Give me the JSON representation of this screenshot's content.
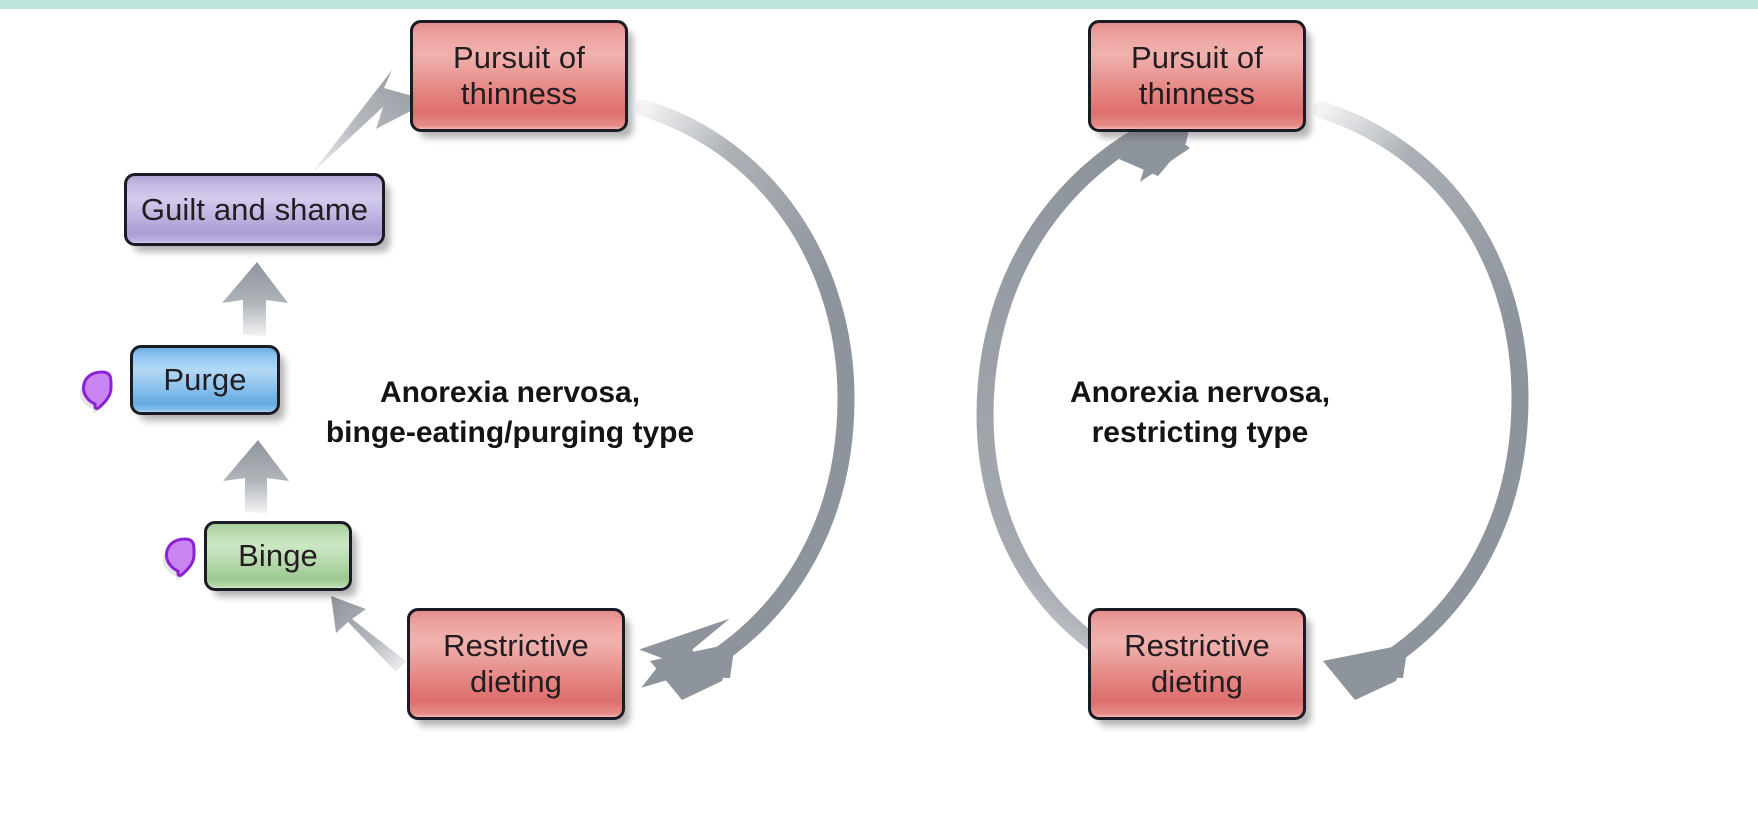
{
  "figure": {
    "top_strip_color": "#bde3dc",
    "background_color": "#ffffff"
  },
  "left_cycle": {
    "caption": "Anorexia nervosa,\nbinge-eating/purging type",
    "nodes": [
      {
        "id": "pursuit-of-thinness",
        "label": "Pursuit of\nthinness",
        "color": "#e88f8c",
        "shape": "rounded-rect"
      },
      {
        "id": "guilt-and-shame",
        "label": "Guilt and shame",
        "color": "#bdb2e0",
        "shape": "rounded-rect"
      },
      {
        "id": "purge",
        "label": "Purge",
        "color": "#8cc2ec",
        "shape": "rounded-rect"
      },
      {
        "id": "binge",
        "label": "Binge",
        "color": "#b4d8a9",
        "shape": "rounded-rect"
      },
      {
        "id": "restrictive-dieting",
        "label": "Restrictive\ndieting",
        "color": "#e88f8c",
        "shape": "rounded-rect"
      }
    ],
    "markers": [
      {
        "id": "purge-marker",
        "color": "#b463e8",
        "attached_to": "purge"
      },
      {
        "id": "binge-marker",
        "color": "#b463e8",
        "attached_to": "binge"
      }
    ],
    "arrows": [
      {
        "from": "guilt-and-shame",
        "to": "pursuit-of-thinness",
        "style": "straight",
        "color": "#8e949c"
      },
      {
        "from": "purge",
        "to": "guilt-and-shame",
        "style": "straight",
        "color": "#8e949c"
      },
      {
        "from": "binge",
        "to": "purge",
        "style": "straight",
        "color": "#8e949c"
      },
      {
        "from": "restrictive-dieting",
        "to": "binge",
        "style": "straight",
        "color": "#8e949c"
      },
      {
        "from": "pursuit-of-thinness",
        "to": "restrictive-dieting",
        "style": "curved-arc",
        "color": "#8e949c"
      }
    ]
  },
  "right_cycle": {
    "caption": "Anorexia nervosa,\nrestricting type",
    "nodes": [
      {
        "id": "pursuit-of-thinness",
        "label": "Pursuit of\nthinness",
        "color": "#e88f8c",
        "shape": "rounded-rect"
      },
      {
        "id": "restrictive-dieting",
        "label": "Restrictive\ndieting",
        "color": "#e88f8c",
        "shape": "rounded-rect"
      }
    ],
    "arrows": [
      {
        "from": "restrictive-dieting",
        "to": "pursuit-of-thinness",
        "style": "curved-arc",
        "color": "#8e949c"
      },
      {
        "from": "pursuit-of-thinness",
        "to": "restrictive-dieting",
        "style": "curved-arc",
        "color": "#8e949c"
      }
    ]
  },
  "palette": {
    "arrow_gray": "#8e949c",
    "node_border": "#1b1b25",
    "text_dark": "#231c20",
    "caption_black": "#141414",
    "marker_purple": "#b463e8",
    "marker_fill": "#c986f2"
  }
}
